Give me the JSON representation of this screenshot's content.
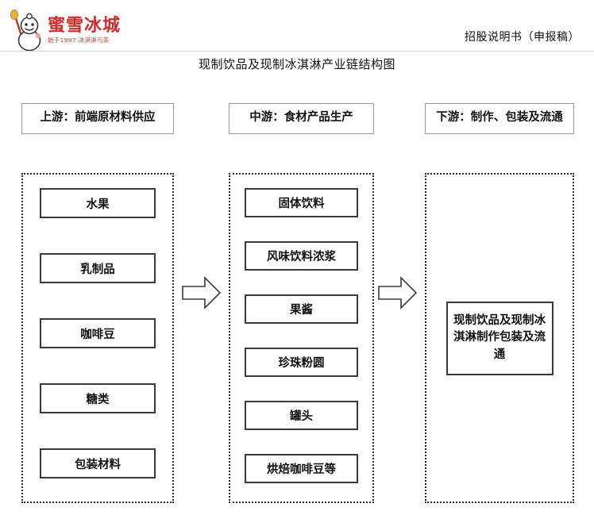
{
  "header": {
    "logo": {
      "brand_cn": "蜜雪冰城",
      "tagline": "始于1997·冰淇淋与茶",
      "mascot_icon": "snowman-mascot-icon",
      "brand_color": "#d02b2b"
    },
    "doc_label": "招股说明书（申报稿）"
  },
  "title": "现制饮品及现制冰淇淋产业链结构图",
  "diagram": {
    "arrows": [
      {
        "name": "arrow-upstream-to-midstream",
        "direction": "right"
      },
      {
        "name": "arrow-midstream-to-downstream",
        "direction": "right"
      }
    ],
    "columns": [
      {
        "key": "upstream",
        "header": "上游：前端原材料供应",
        "items": [
          "水果",
          "乳制品",
          "咖啡豆",
          "糖类",
          "包装材料"
        ]
      },
      {
        "key": "midstream",
        "header": "中游：食材产品生产",
        "items": [
          "固体饮料",
          "风味饮料浓浆",
          "果酱",
          "珍珠粉圆",
          "罐头",
          "烘焙咖啡豆等"
        ]
      },
      {
        "key": "downstream",
        "header": "下游：制作、包装及流通",
        "items": [
          "现制饮品及现制冰淇淋制作包装及流通"
        ]
      }
    ]
  },
  "colors": {
    "box_border": "#3a3a3a",
    "header_border": "#9b9b9b",
    "dotted_border": "#2a2a2a",
    "text": "#111111",
    "page_background": "#ffffff"
  }
}
